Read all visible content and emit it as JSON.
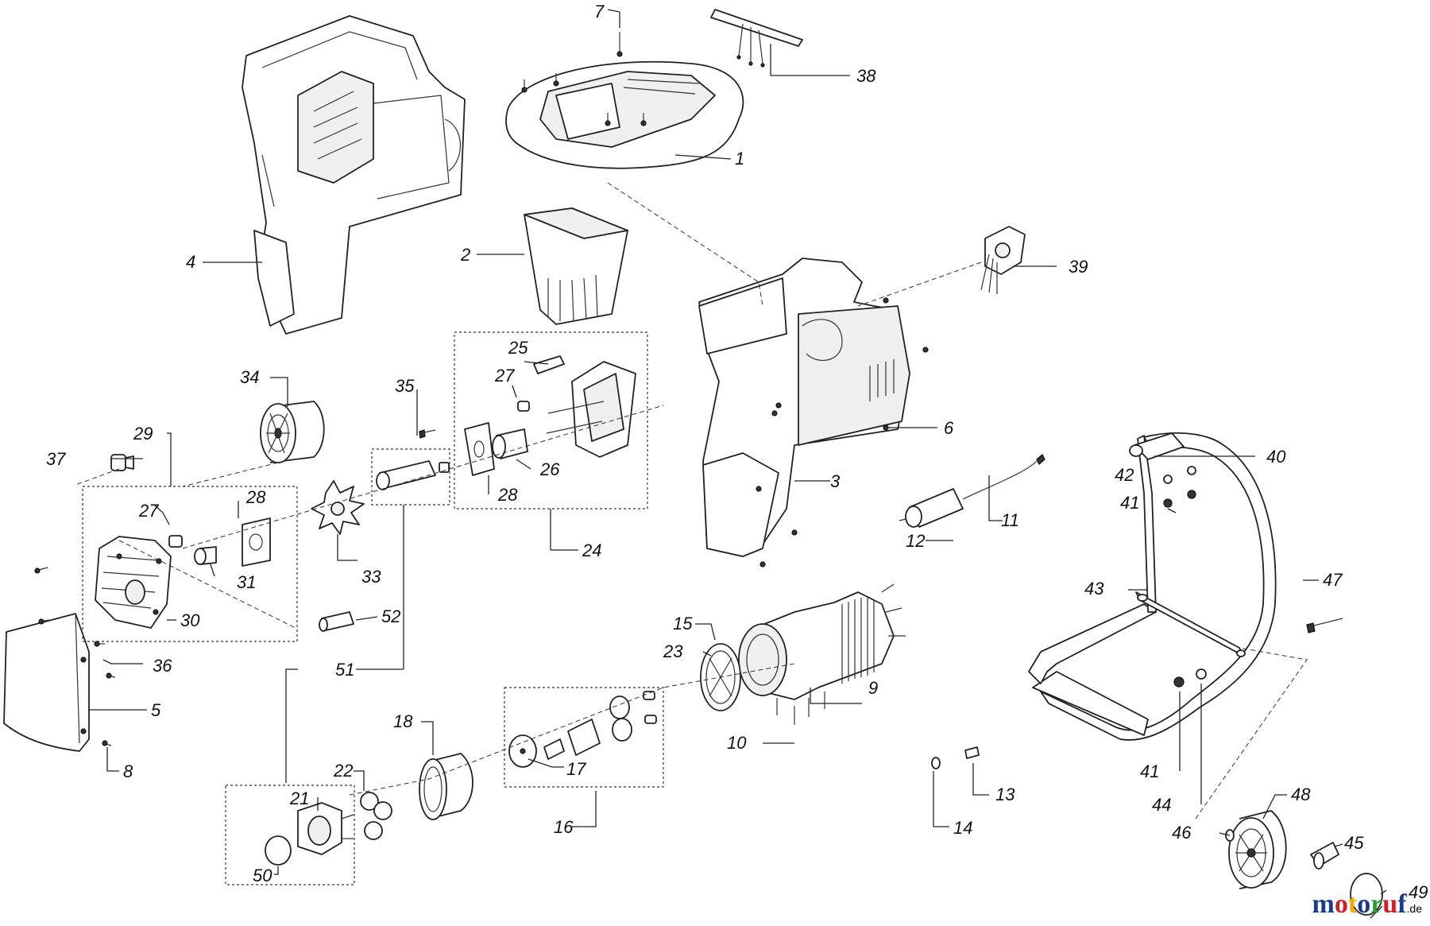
{
  "callouts": {
    "c1": "1",
    "c2": "2",
    "c3": "3",
    "c4": "4",
    "c5": "5",
    "c6": "6",
    "c7": "7",
    "c8": "8",
    "c9": "9",
    "c10": "10",
    "c11": "11",
    "c12": "12",
    "c13": "13",
    "c14": "14",
    "c15": "15",
    "c16": "16",
    "c17": "17",
    "c18": "18",
    "c21": "21",
    "c22": "22",
    "c23": "23",
    "c24": "24",
    "c25": "25",
    "c26": "26",
    "c27a": "27",
    "c27b": "27",
    "c28a": "28",
    "c28b": "28",
    "c29": "29",
    "c30": "30",
    "c31": "31",
    "c33": "33",
    "c34": "34",
    "c35": "35",
    "c36": "36",
    "c37": "37",
    "c38": "38",
    "c39": "39",
    "c40": "40",
    "c41a": "41",
    "c41b": "41",
    "c42": "42",
    "c43": "43",
    "c44": "44",
    "c45": "45",
    "c46": "46",
    "c47": "47",
    "c48": "48",
    "c49": "49",
    "c50": "50",
    "c51": "51",
    "c52": "52"
  },
  "watermark": {
    "brand": "motoruf",
    "suffix": ".de",
    "colors": [
      "#1a3c8f",
      "#d21f26",
      "#f2a900",
      "#1a3c8f",
      "#2e9b3a",
      "#d21f26",
      "#1a3c8f"
    ]
  }
}
